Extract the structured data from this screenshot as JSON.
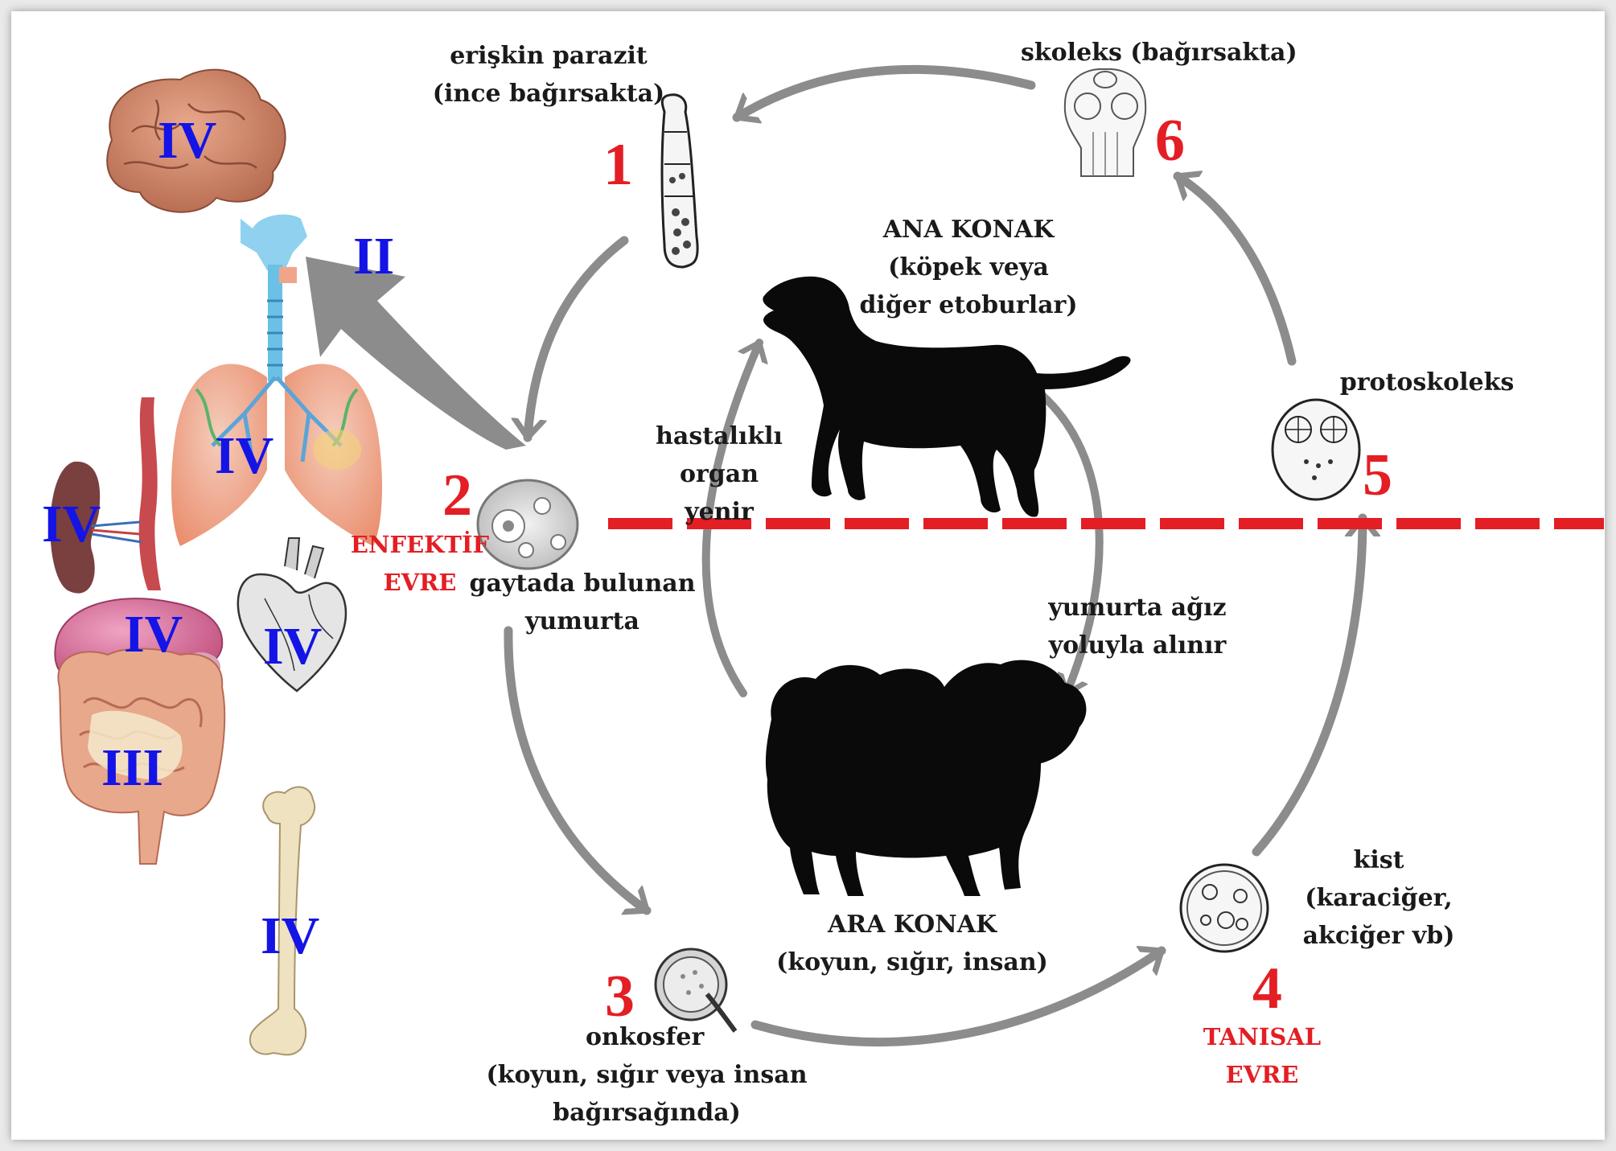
{
  "colors": {
    "stage_number": "#e31e24",
    "organ_stage": "#1414e6",
    "arrow": "#8c8c8c",
    "divider": "#e31e24"
  },
  "stages": {
    "s1": {
      "number": "1",
      "label": [
        "erişkin parazit",
        "(ince bağırsakta)"
      ]
    },
    "s2": {
      "number": "2",
      "label": [
        "gaytada bulunan",
        "yumurta"
      ],
      "note": [
        "ENFEKTİF",
        "EVRE"
      ]
    },
    "s3": {
      "number": "3",
      "label": [
        "onkosfer",
        "(koyun, sığır veya insan",
        "bağırsağında)"
      ]
    },
    "s4": {
      "number": "4",
      "label": [
        "kist",
        "(karaciğer,",
        "akciğer vb)"
      ],
      "note": [
        "TANISAL",
        "EVRE"
      ]
    },
    "s5": {
      "number": "5",
      "label": [
        "protoskoleks"
      ]
    },
    "s6": {
      "number": "6",
      "label": [
        "skoleks (bağırsakta)"
      ]
    }
  },
  "hosts": {
    "definitive": [
      "ANA KONAK",
      "(köpek veya",
      "diğer etoburlar)"
    ],
    "intermediate": [
      "ARA KONAK",
      "(koyun, sığır, insan)"
    ]
  },
  "transmission": {
    "eat_organ": [
      "hastalıklı",
      "organ",
      "yenir"
    ],
    "egg_oral": [
      "yumurta ağız",
      "yoluyla alınır"
    ]
  },
  "organ_stages": {
    "brain": "IV",
    "airway": "II",
    "lungs": "IV",
    "kidney": "IV",
    "liver": "IV",
    "heart": "IV",
    "intestines": "III",
    "bone": "IV"
  },
  "icons": [
    "brain",
    "respiratory-tract",
    "lungs",
    "esophagus",
    "kidney",
    "liver",
    "heart",
    "intestines",
    "femur-bone",
    "dog-silhouette",
    "sheep-silhouette",
    "adult-tapeworm",
    "egg",
    "oncosphere",
    "hydatid-cyst",
    "protoscolex",
    "scolex"
  ]
}
